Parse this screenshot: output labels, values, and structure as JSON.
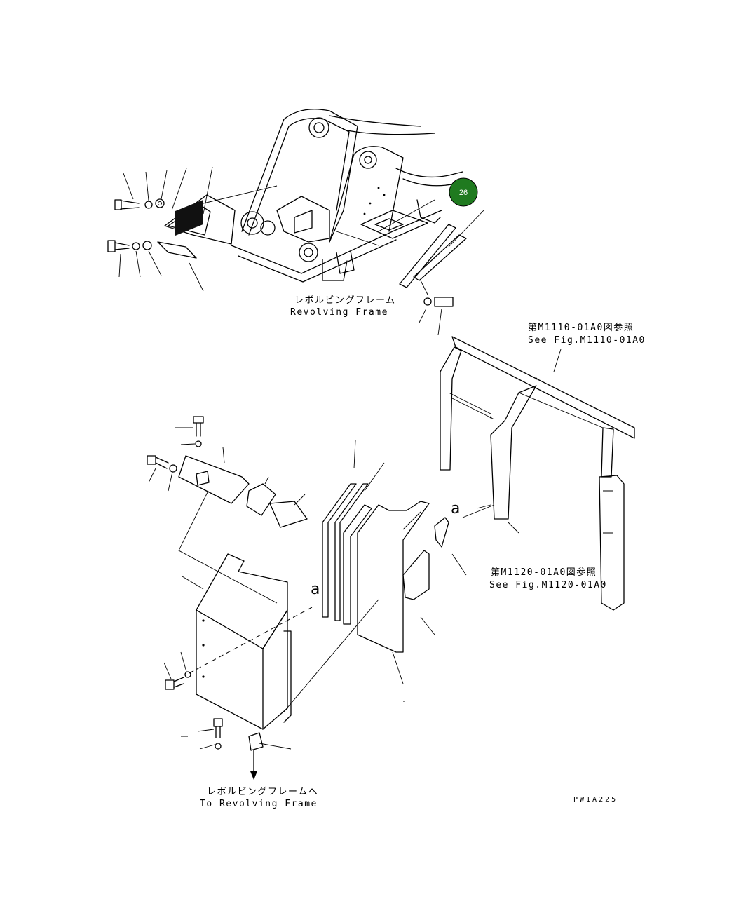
{
  "labels": {
    "revolving_frame_jp": "レボルビングフレーム",
    "revolving_frame_en": "Revolving Frame",
    "fig_m1110_jp": "第M1110-01A0図参照",
    "fig_m1110_en": "See Fig.M1110-01A0",
    "fig_m1120_jp": "第M1120-01A0図参照",
    "fig_m1120_en": "See Fig.M1120-01A0",
    "to_revolving_jp": "レボルビングフレームへ",
    "to_revolving_en": "To Revolving Frame",
    "drawing_code": "PW1A225",
    "arrow_a_left": "a",
    "arrow_a_right": "a"
  },
  "callout": {
    "number": "26",
    "color": "#1f7a1f"
  }
}
